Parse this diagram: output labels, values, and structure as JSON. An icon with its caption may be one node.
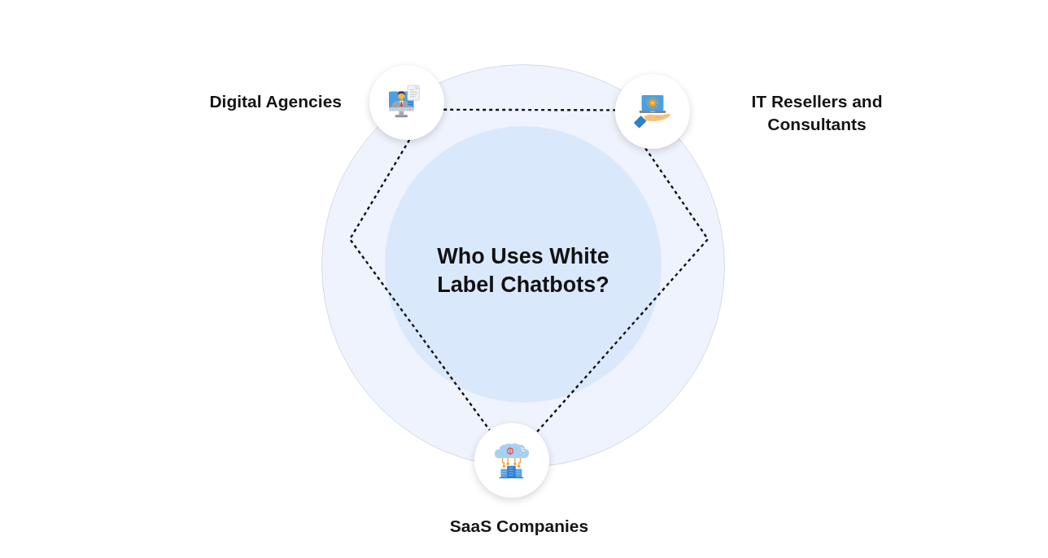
{
  "diagram": {
    "title": "Who Uses White Label Chatbots?",
    "nodes": [
      {
        "text": [
          "Digital Agencies"
        ]
      },
      {
        "text": [
          "IT Resellers and Consultants"
        ]
      },
      {
        "text": [
          "SaaS Companies"
        ]
      }
    ],
    "edges": [
      {
        "from": 0,
        "to": 1,
        "arrow": "none",
        "style": "dashed"
      },
      {
        "from": 0,
        "to": 2,
        "arrow": "none",
        "style": "dashed"
      },
      {
        "from": 1,
        "to": 2,
        "arrow": "none",
        "style": "dashed"
      }
    ]
  }
}
